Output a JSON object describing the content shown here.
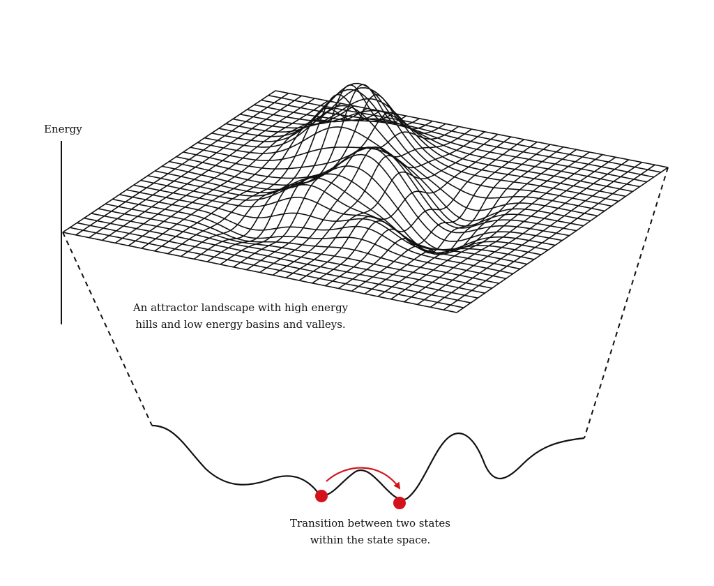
{
  "axis": {
    "label": "Energy"
  },
  "landscape": {
    "caption_line1": "An attractor landscape with high energy",
    "caption_line2": "hills and low energy basins and valleys."
  },
  "cross_section": {
    "caption_line1": "Transition between two states",
    "caption_line2": "within the state space."
  },
  "colors": {
    "ink": "#111111",
    "accent": "#d4121c",
    "background": "#ffffff"
  }
}
